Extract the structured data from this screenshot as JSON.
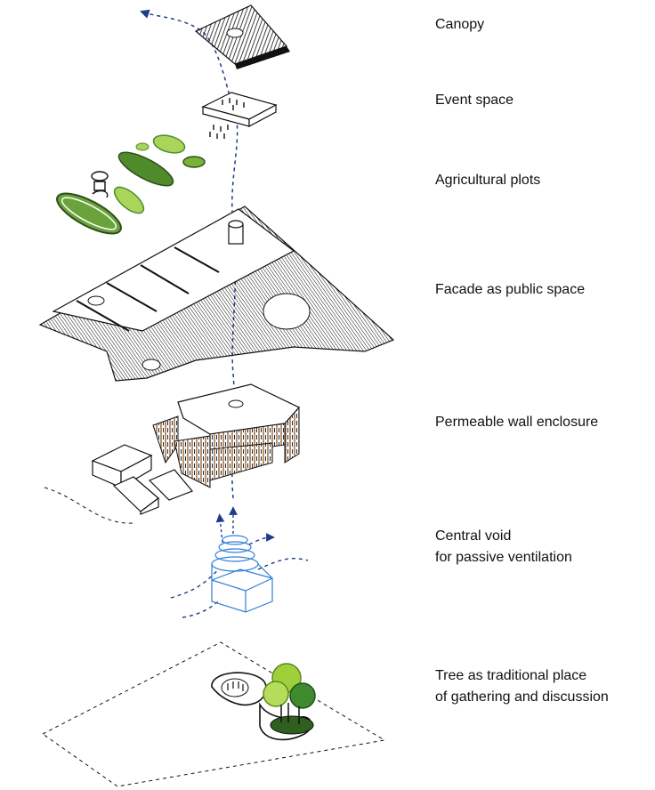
{
  "labels": {
    "canopy": "Canopy",
    "event_space": "Event space",
    "agricultural_plots": "Agricultural plots",
    "facade": "Facade as public space",
    "permeable_wall": "Permeable wall enclosure",
    "central_void_line1": "Central void",
    "central_void_line2": "for passive ventilation",
    "tree_line1": "Tree as traditional place",
    "tree_line2": "of gathering and discussion"
  },
  "colors": {
    "airflow_arrow": "#1f3c88",
    "void_outline": "#2f7fd8",
    "plot_dark": "#4f8a2b",
    "plot_mid": "#79b236",
    "plot_light": "#a8d55a",
    "tree_light": "#9fd03c",
    "tree_dark": "#3f8a2e",
    "ink": "#111111"
  }
}
